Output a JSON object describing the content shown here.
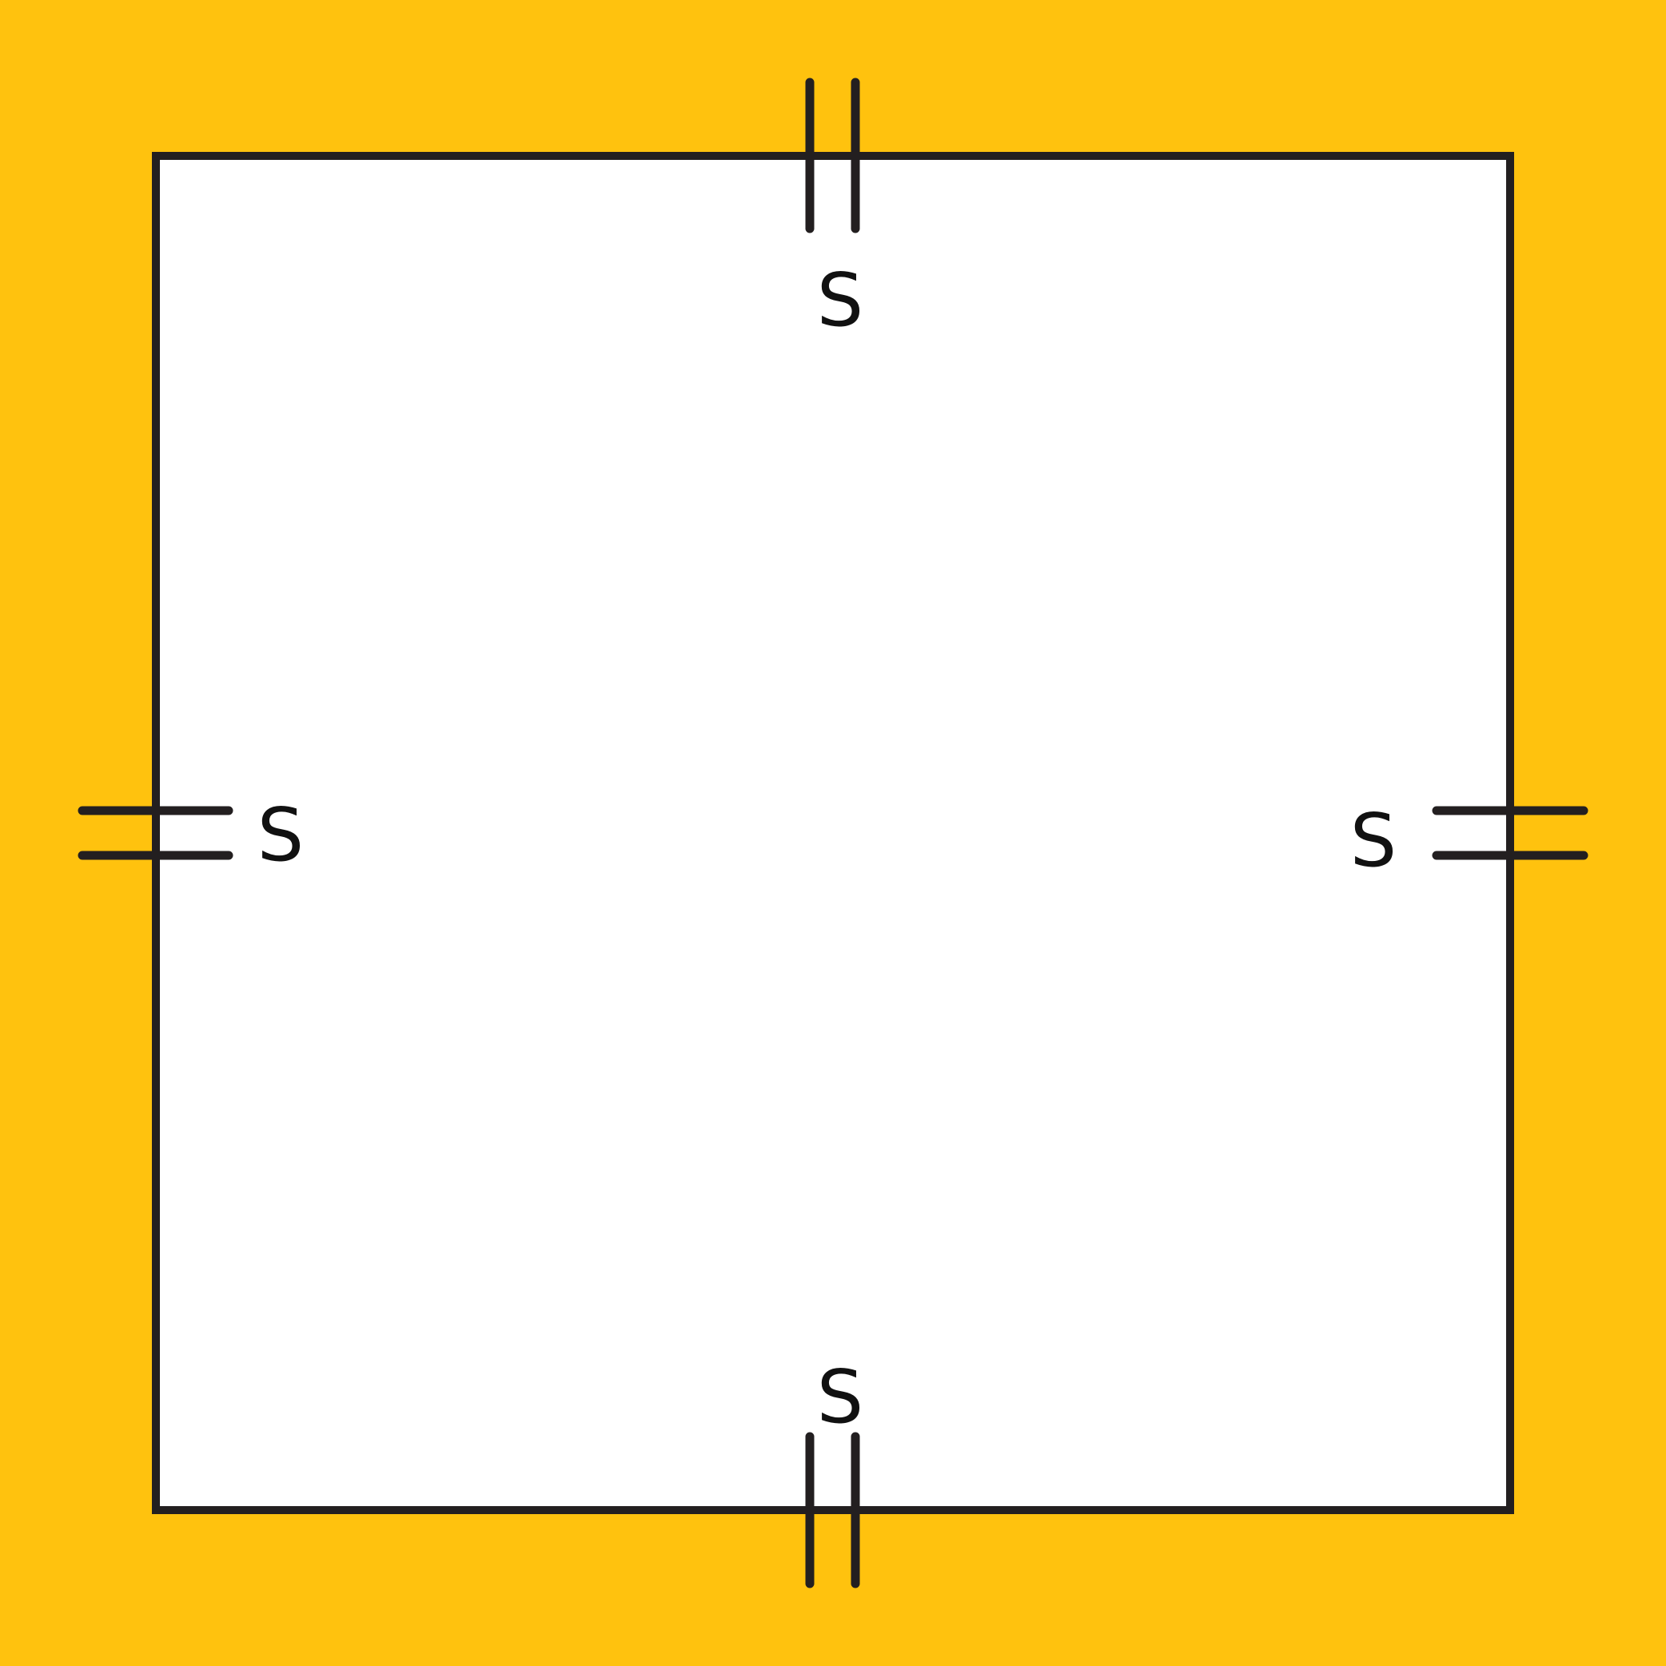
{
  "colors": {
    "background": "#FFC20E",
    "square_fill": "#FFFFFF",
    "stroke": "#231F20",
    "label": "#111111"
  },
  "labels": {
    "top": "S",
    "bottom": "S",
    "left": "S",
    "right": "S"
  },
  "congruence_marks": {
    "ticks_per_side": 2
  }
}
